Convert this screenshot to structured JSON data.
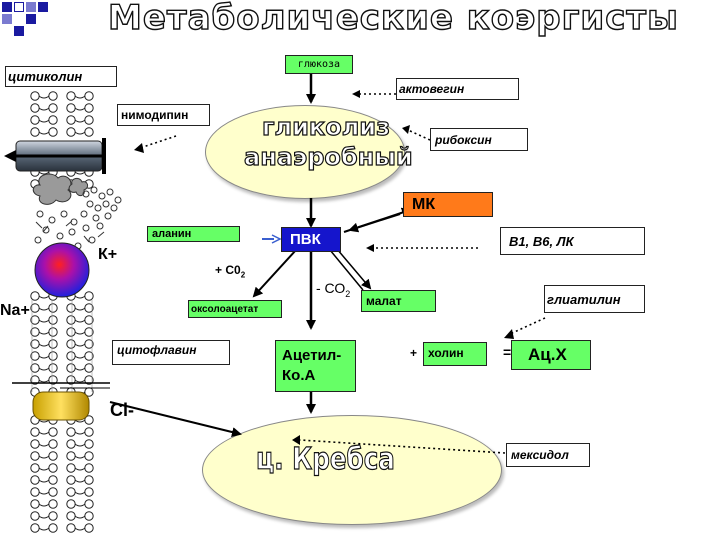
{
  "title": "Метаболические коэргисты",
  "labels": {
    "glucose": "глюкоза",
    "citicoline": "цитиколин",
    "actovegin": "актовегин",
    "nimodipine": "нимодипин",
    "glycolysis_line1": "гликолиз",
    "glycolysis_line2": "анаэробный",
    "riboxin": "рибоксин",
    "lactic_acid": "МК",
    "alanine": "аланин",
    "pyruvate": "ПВК",
    "vitamins": "В1, В6, ЛК",
    "co2_plus": "+ С0",
    "co2_plus_sub": "2",
    "co2_minus": "- СО",
    "co2_minus_sub": "2",
    "malate": "малат",
    "gliatilin": "глиатилин",
    "oxaloacetate": "оксолоацетат",
    "cytoflavin": "цитофлавин",
    "acetyl_coa": "Ацетил-\nКо.А",
    "plus_sign": "+",
    "choline": "холин",
    "equals_sign": "=",
    "ach": "Ац.Х",
    "krebs": "ц. Кребса",
    "mexidol": "мексидол",
    "ion_k": "К+",
    "ion_na": "Na+",
    "ion_cl": "Cl-"
  },
  "colors": {
    "green": "#66ff66",
    "orange": "#ff7a1a",
    "blue": "#1515cc",
    "ellipse": "#ffffcc",
    "corner_squares": "#1a1aa0"
  },
  "icons": {
    "membrane": "phospholipid-bilayer-icon",
    "channel": "ion-channel-icon",
    "receptor": "receptor-sphere-icon",
    "enzyme": "enzyme-blob-icon",
    "pump": "ion-pump-icon"
  }
}
